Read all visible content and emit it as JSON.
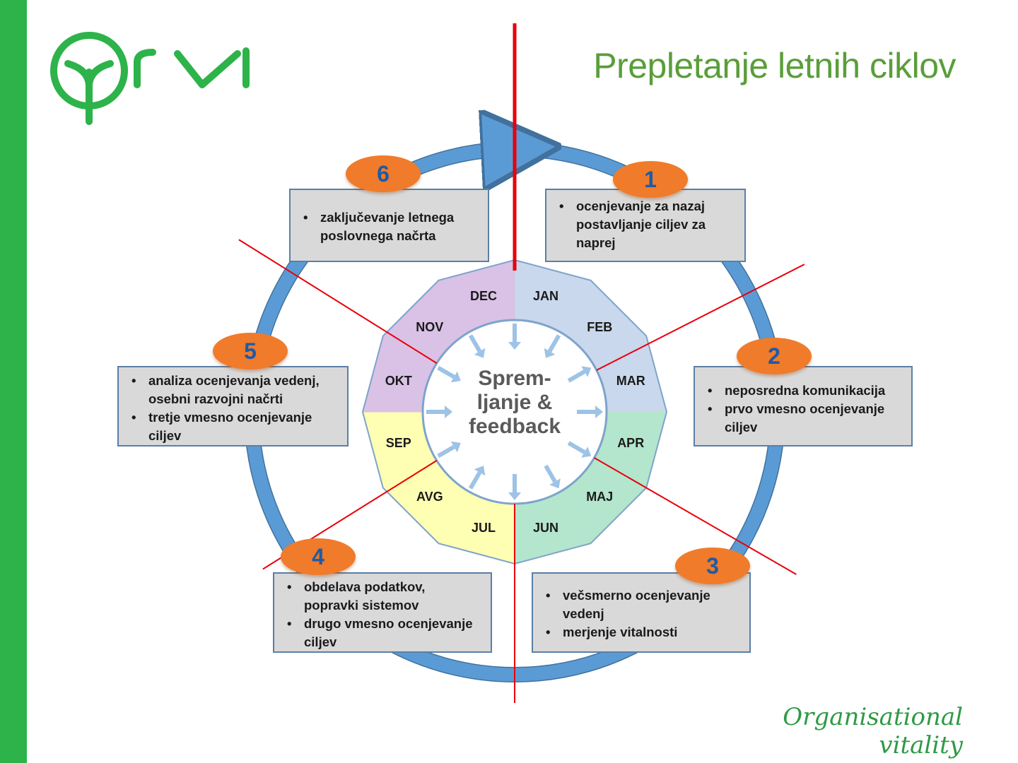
{
  "title": "Prepletanje letnih ciklov",
  "tagline": "Organisational vitality",
  "logo": {
    "brand_text": "rvi"
  },
  "center_label": [
    "Sprem-",
    "ljanje &",
    "feedback"
  ],
  "months": [
    {
      "label": "JAN",
      "quarter": 1
    },
    {
      "label": "FEB",
      "quarter": 1
    },
    {
      "label": "MAR",
      "quarter": 1
    },
    {
      "label": "APR",
      "quarter": 2
    },
    {
      "label": "MAJ",
      "quarter": 2
    },
    {
      "label": "JUN",
      "quarter": 2
    },
    {
      "label": "JUL",
      "quarter": 3
    },
    {
      "label": "AVG",
      "quarter": 3
    },
    {
      "label": "SEP",
      "quarter": 3
    },
    {
      "label": "OKT",
      "quarter": 4
    },
    {
      "label": "NOV",
      "quarter": 4
    },
    {
      "label": "DEC",
      "quarter": 4
    }
  ],
  "phases": [
    {
      "number": "1",
      "items": [
        "ocenjevanje za nazaj postavljanje ciljev za naprej"
      ]
    },
    {
      "number": "2",
      "items": [
        "neposredna komunikacija",
        "prvo vmesno ocenjevanje ciljev"
      ]
    },
    {
      "number": "3",
      "items": [
        "večsmerno ocenjevanje vedenj",
        "merjenje vitalnosti"
      ]
    },
    {
      "number": "4",
      "items": [
        "obdelava podatkov, popravki sistemov",
        "drugo vmesno ocenjevanje ciljev"
      ]
    },
    {
      "number": "5",
      "items": [
        "analiza ocenjevanja vedenj, osebni razvojni načrti",
        "tretje vmesno ocenjevanje ciljev"
      ]
    },
    {
      "number": "6",
      "items": [
        "zaključevanje letnega poslovnega načrta"
      ]
    }
  ],
  "colors": {
    "brand_green": "#2db34a",
    "title_green": "#5a9e3a",
    "cycle_blue": "#5b9bd5",
    "badge_orange": "#f07b2a",
    "badge_text": "#1f5aa6",
    "divider_red": "#e8000b",
    "quarter_1": "#c9d8ec",
    "quarter_2": "#b3e6cc",
    "quarter_3": "#ffffb3",
    "quarter_4": "#d9c2e6",
    "arrow_light_blue": "#9dc3e6",
    "box_fill": "#d9d9d9"
  }
}
